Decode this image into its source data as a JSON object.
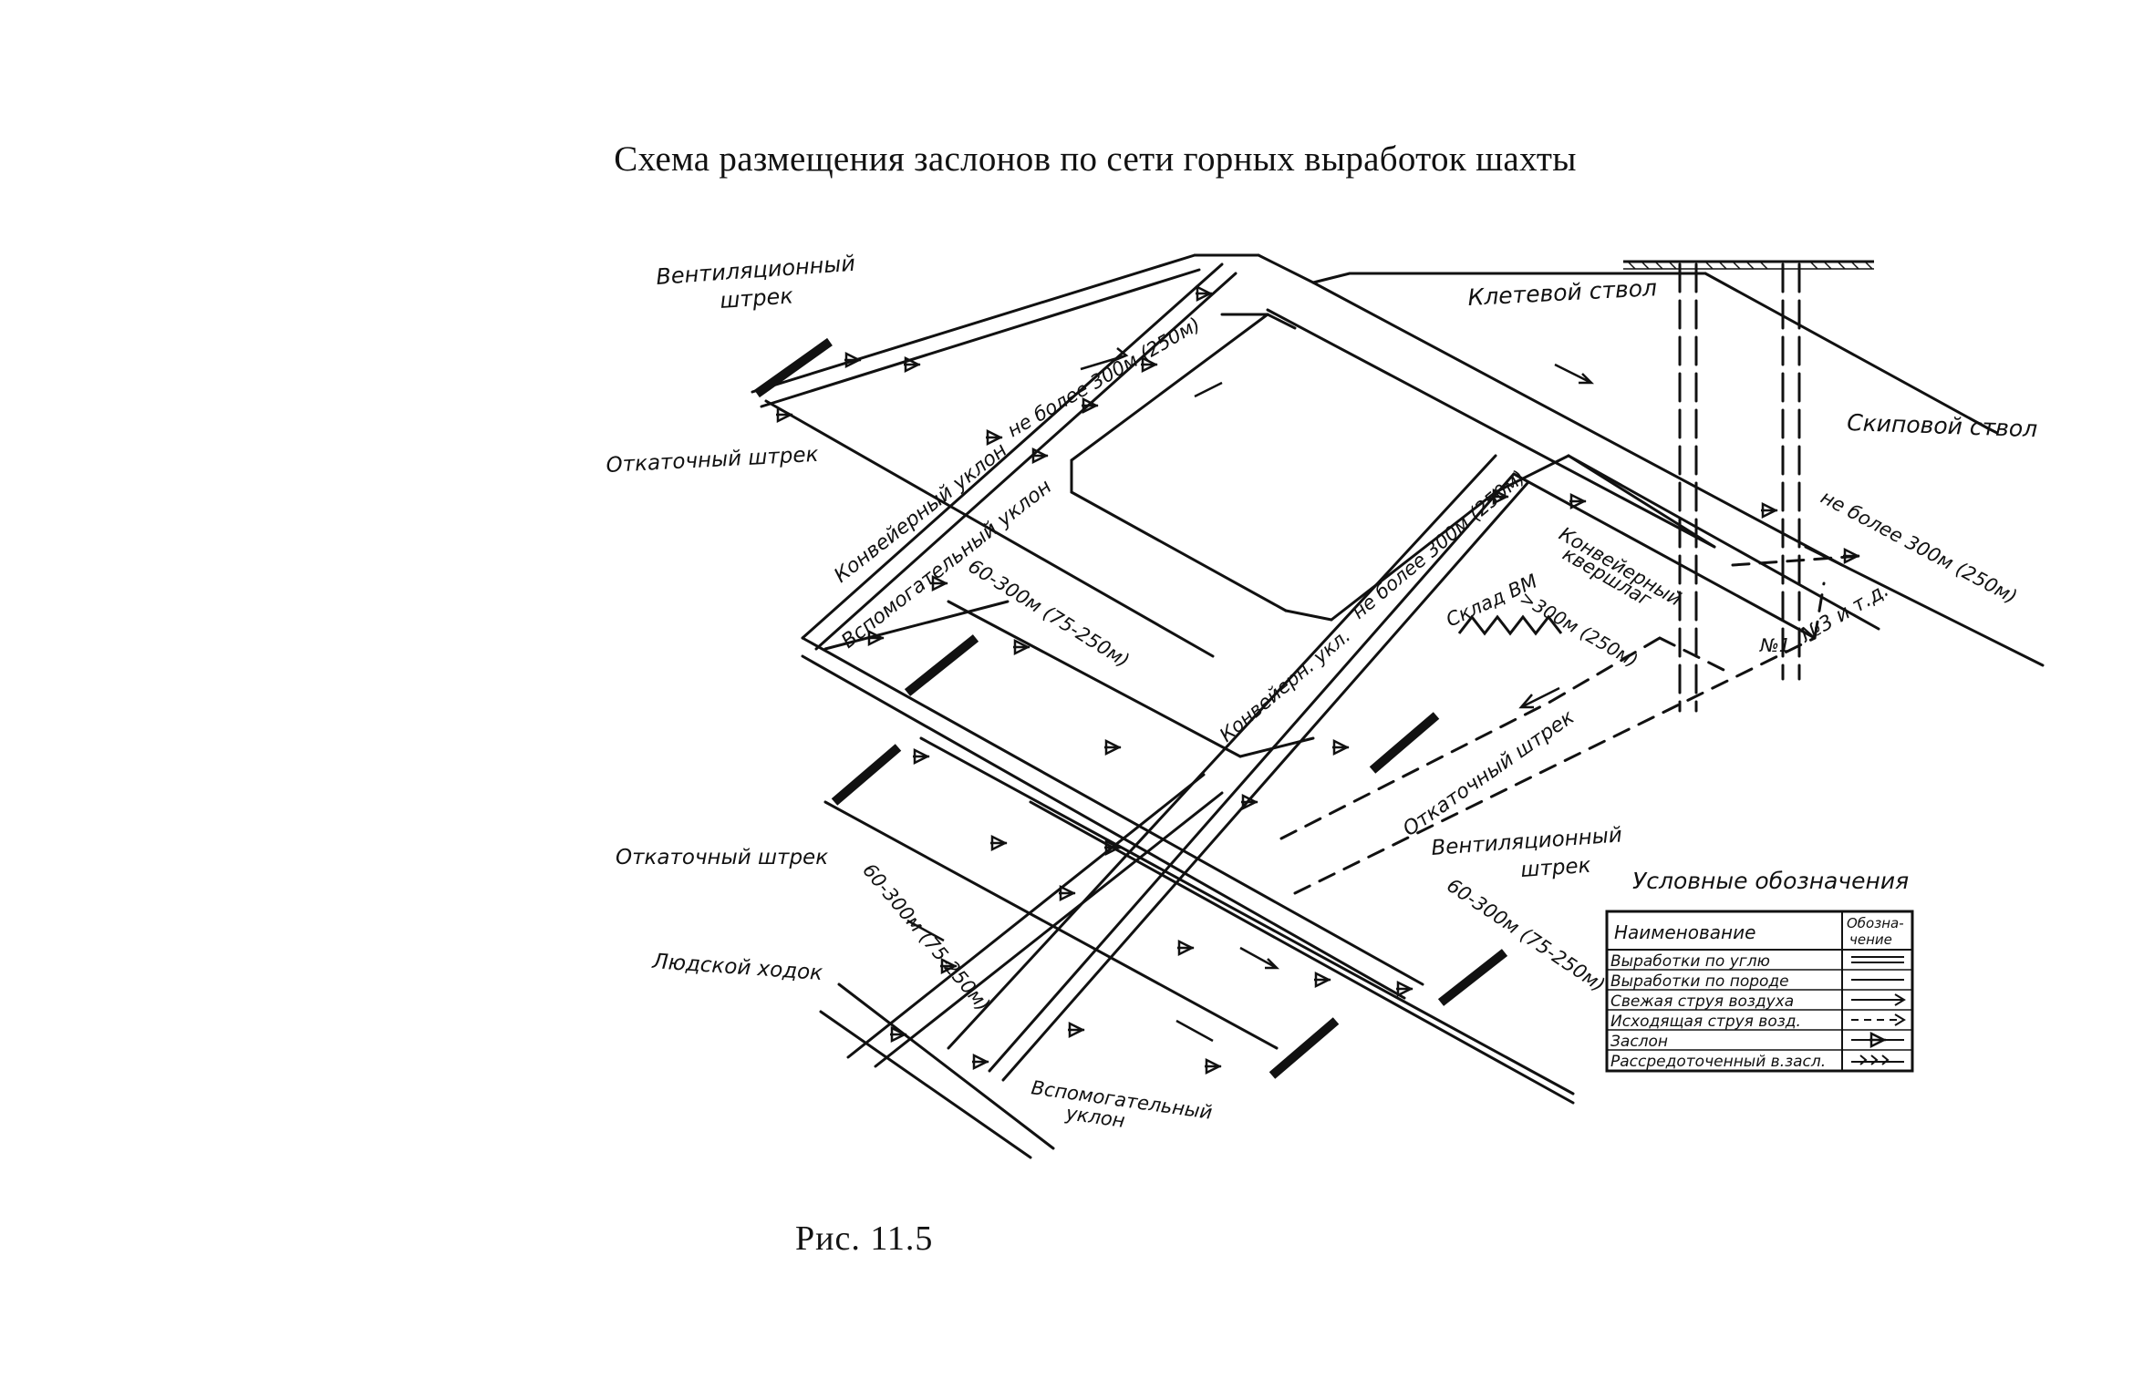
{
  "title": "Схема размещения заслонов по сети горных выработок шахты",
  "caption": "Рис. 11.5",
  "labels": {
    "vent_drift_top": [
      "Вентиляционный",
      "штрек"
    ],
    "haulage_drift_top": "Откаточный штрек",
    "conveyor_incline_left": "Конвейерный уклон",
    "aux_incline_left": "Вспомогательный уклон",
    "spacing_300_a": "не более 300м (250м)",
    "spacing_60_300_a": "60-300м (75-250м)",
    "cage_shaft": "Клетевой ствол",
    "skip_shaft": "Скиповой ствол",
    "spacing_300_b": "не более 300м (250м)",
    "spacing_300_c": "не более 300м (250м)",
    "conveyor_incline_mid": "Конвейерн. укл.",
    "conveyor_ramp": [
      "Конвейерный",
      "квершлаг"
    ],
    "explosives_store": "Склад ВМ",
    "spacing_300_d": ">300м (250м)",
    "number_3": "№3 и т.д.",
    "number_1": "№1",
    "haulage_drift_right": "Откаточный штрек",
    "haulage_drift_bottom": "Откаточный штрек",
    "vent_drift_bottom": [
      "Вентиляционный",
      "штрек"
    ],
    "spacing_60_300_b": "60-300м (75-250м)",
    "spacing_60_300_c": "60-300м (75-250м)",
    "man_way": "Людской ходок",
    "aux_incline_bottom": [
      "Вспомогательный",
      "уклон"
    ]
  },
  "legend": {
    "title": "Условные обозначения",
    "header_name": "Наименование",
    "header_symbol": [
      "Обозна-",
      "чение"
    ],
    "rows": [
      {
        "name": "Выработки по углю",
        "symbol": "double-line"
      },
      {
        "name": "Выработки по породе",
        "symbol": "thin-line"
      },
      {
        "name": "Свежая струя воздуха",
        "symbol": "solid-arrow"
      },
      {
        "name": "Исходящая струя возд.",
        "symbol": "dashed-arrow"
      },
      {
        "name": "Заслон",
        "symbol": "barrier"
      },
      {
        "name": "Рассредоточенный в.засл.",
        "symbol": "dispersed-barrier"
      }
    ]
  }
}
